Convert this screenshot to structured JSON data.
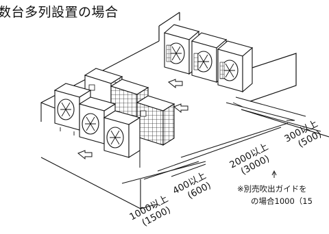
{
  "title": "数台多列設置の場合",
  "dimensions": [
    {
      "label": "300以上",
      "sub": "(500)"
    },
    {
      "label": "2000以上",
      "sub": "(3000)"
    },
    {
      "label": "400以上",
      "sub": "(600)"
    },
    {
      "label": "1000以上",
      "sub": "(1500)"
    }
  ],
  "note": {
    "line1": "※別売吹出ガイドを",
    "line2": "の場合1000（15"
  }
}
